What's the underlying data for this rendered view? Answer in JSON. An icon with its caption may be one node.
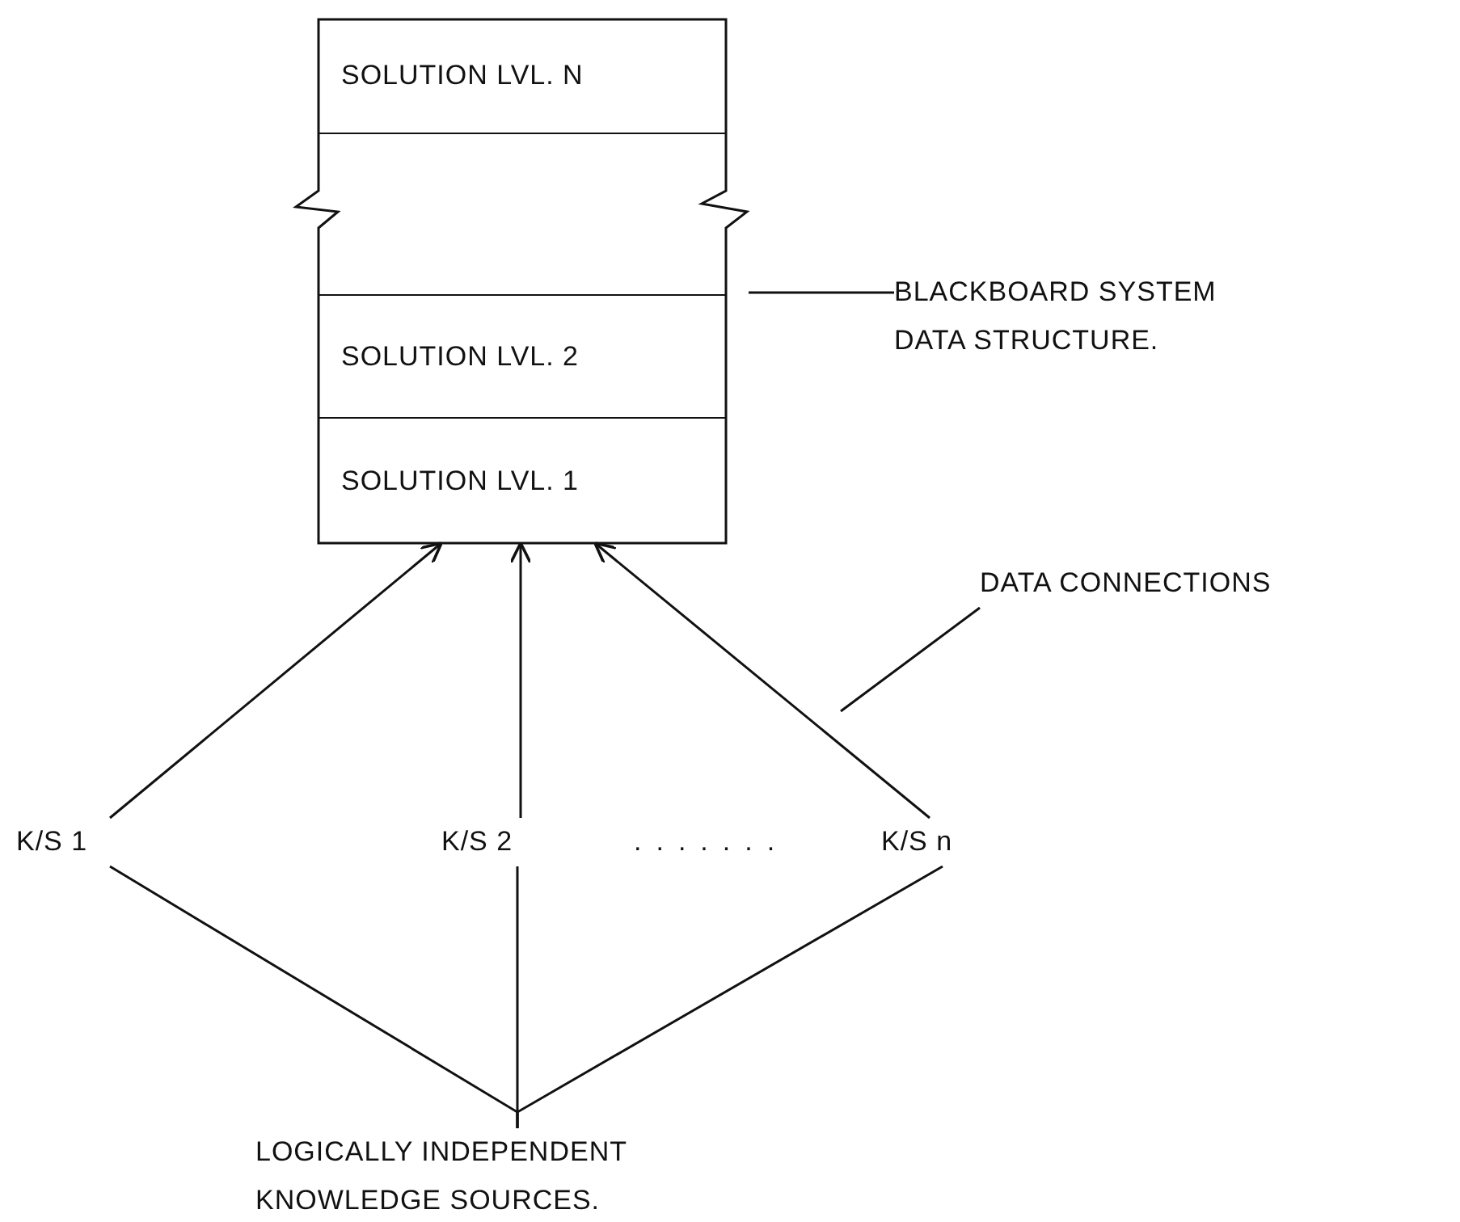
{
  "diagram": {
    "nodes": [
      {
        "text": [],
        "shape": "box"
      },
      {
        "text": [
          "SOLUTION LVL. N"
        ],
        "in": 0
      },
      {
        "text": [
          "SOLUTION LVL. 2"
        ],
        "in": 0
      },
      {
        "text": [
          "SOLUTION LVL. 1"
        ],
        "in": 0
      },
      {
        "text": [
          "BLACKBOARD SYSTEM DATA STRUCTURE."
        ]
      },
      {
        "text": [
          "K/S 1"
        ]
      },
      {
        "text": [
          "K/S 2"
        ]
      },
      {
        "text": [
          "K/S n"
        ]
      },
      {
        "text": [
          "DATA CONNECTIONS"
        ]
      },
      {
        "text": [
          "LOGICALLY INDEPENDENT KNOWLEDGE SOURCES."
        ]
      }
    ],
    "edges": [
      {
        "from": 5,
        "to": 3,
        "arrow": "to"
      },
      {
        "from": 6,
        "to": 3,
        "arrow": "to"
      },
      {
        "from": 7,
        "to": 3,
        "arrow": "to"
      },
      {
        "from": 4,
        "to": 0,
        "arrow": "none"
      },
      {
        "from": 8,
        "to": null,
        "arrow": "none"
      },
      {
        "from": 9,
        "to": 5,
        "arrow": "none"
      },
      {
        "from": 9,
        "to": 6,
        "arrow": "none"
      },
      {
        "from": 9,
        "to": 7,
        "arrow": "none"
      }
    ],
    "labels": [
      "......."
    ]
  }
}
